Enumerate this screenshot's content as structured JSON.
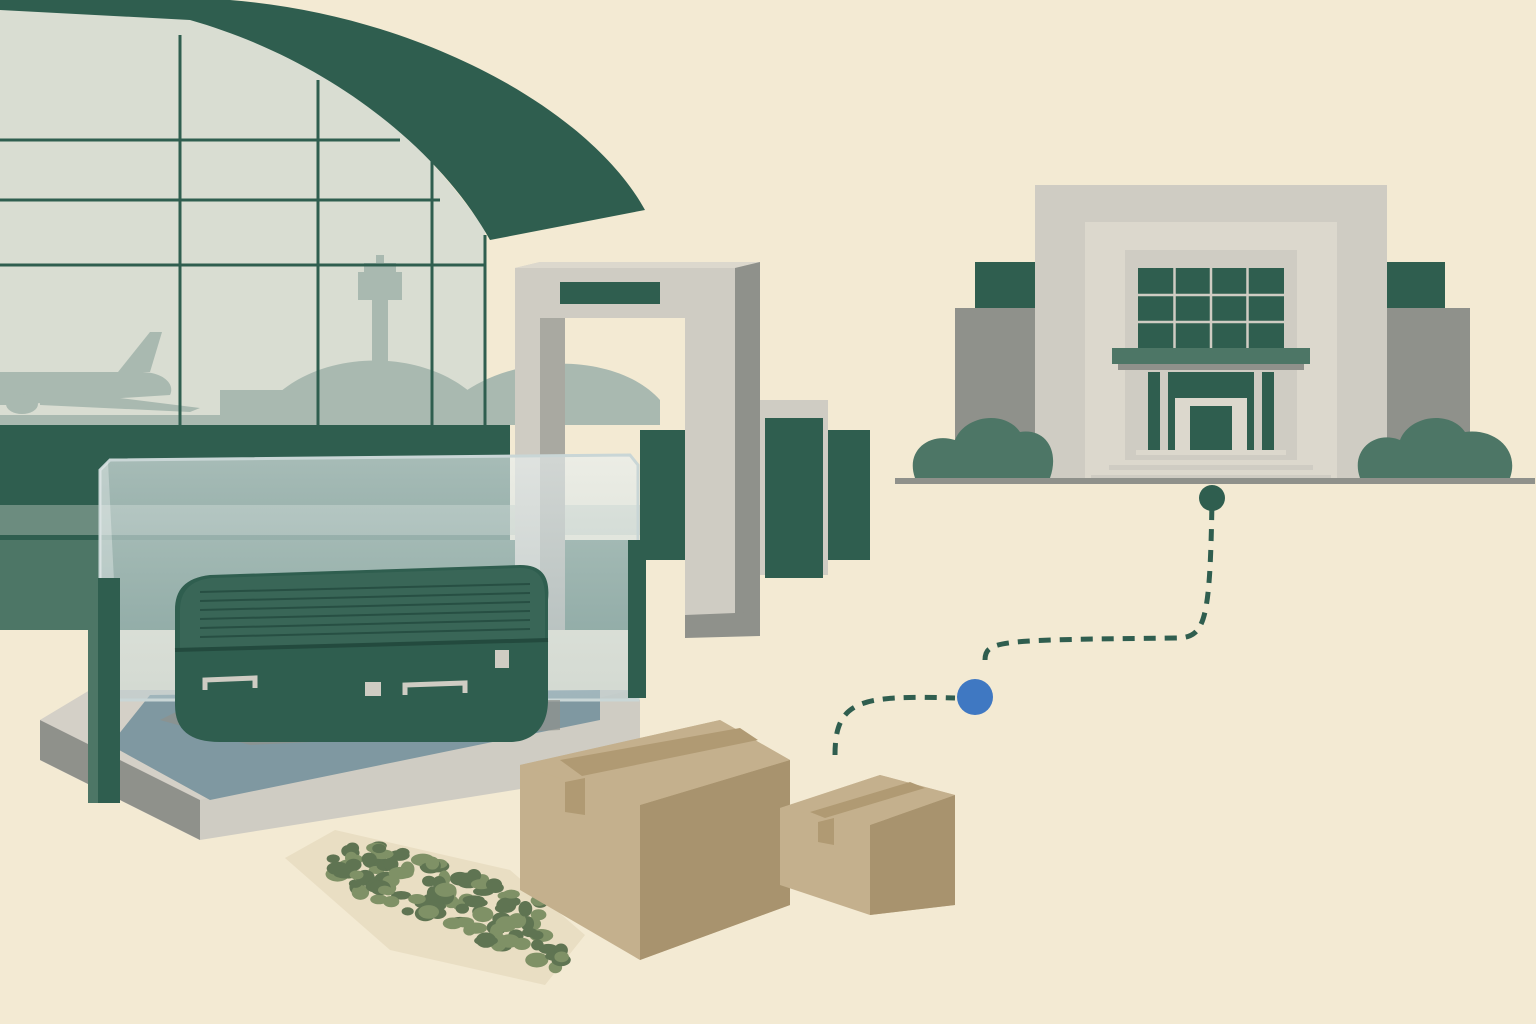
{
  "palette": {
    "paper": "#f3ead3",
    "paper_shadow": "#e9dec3",
    "deep_green": "#2f5e4f",
    "mid_green": "#4d7666",
    "pale_green": "#a9b9b0",
    "sky": "#d9ddd2",
    "stone": "#cfccc3",
    "stone_light": "#dcd8cd",
    "stone_dark": "#8f918b",
    "cardboard": "#c4b08d",
    "cardboard_dark": "#a8936e",
    "tape": "#b09a73",
    "accent_blue": "#3f78c2",
    "leaf": "#7f9166"
  },
  "scene": {
    "description_icons": [
      "airport-terminal-window",
      "security-gate",
      "suitcase-scanner",
      "cardboard-box",
      "herb-pouch",
      "government-building",
      "route-path"
    ]
  }
}
